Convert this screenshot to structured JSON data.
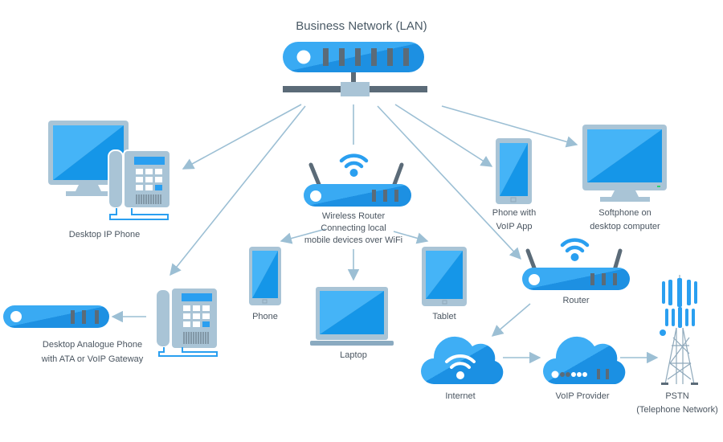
{
  "title": "Business Network (LAN)",
  "colors": {
    "device_blue": "#2a9ff0",
    "device_blue_dark": "#1b8de0",
    "screen_light": "#45b4f7",
    "screen_dark": "#1596e8",
    "frame_gray": "#a9c4d6",
    "slot_gray": "#5b6b78",
    "arrow": "#9cbfd4",
    "text": "#4a5560"
  },
  "nodes": {
    "lan_switch": {
      "label": "Business Network (LAN)",
      "icon": "network-switch-icon"
    },
    "desktop_ip_phone": {
      "label": "Desktop IP Phone",
      "icon": "desktop-ip-phone-icon"
    },
    "wireless_router": {
      "label_lines": [
        "Wireless Router",
        "Connecting local",
        "mobile devices over WiFi"
      ],
      "icon": "wireless-router-icon"
    },
    "phone_voip_app": {
      "label_lines": [
        "Phone with",
        "VoIP App"
      ],
      "icon": "smartphone-icon"
    },
    "softphone_desktop": {
      "label_lines": [
        "Softphone on",
        "desktop computer"
      ],
      "icon": "desktop-monitor-icon"
    },
    "phone": {
      "label": "Phone",
      "icon": "smartphone-icon"
    },
    "laptop": {
      "label": "Laptop",
      "icon": "laptop-icon"
    },
    "tablet": {
      "label": "Tablet",
      "icon": "tablet-icon"
    },
    "router": {
      "label": "Router",
      "icon": "router-icon"
    },
    "analogue_phone": {
      "label_lines": [
        "Desktop Analogue Phone",
        "with ATA or VoIP Gateway"
      ],
      "icon": "analogue-phone-icon"
    },
    "ata_gateway": {
      "label": "",
      "icon": "ata-gateway-icon"
    },
    "internet": {
      "label": "Internet",
      "icon": "internet-cloud-icon"
    },
    "voip_provider": {
      "label": "VoIP Provider",
      "icon": "voip-provider-cloud-icon"
    },
    "pstn": {
      "label_lines": [
        "PSTN",
        "(Telephone Network)"
      ],
      "icon": "cell-tower-icon"
    }
  },
  "edges": [
    {
      "from": "lan_switch",
      "to": "desktop_ip_phone"
    },
    {
      "from": "lan_switch",
      "to": "analogue_phone"
    },
    {
      "from": "lan_switch",
      "to": "wireless_router"
    },
    {
      "from": "lan_switch",
      "to": "phone_voip_app"
    },
    {
      "from": "lan_switch",
      "to": "softphone_desktop"
    },
    {
      "from": "lan_switch",
      "to": "router"
    },
    {
      "from": "wireless_router",
      "to": "phone"
    },
    {
      "from": "wireless_router",
      "to": "laptop"
    },
    {
      "from": "wireless_router",
      "to": "tablet"
    },
    {
      "from": "analogue_phone",
      "to": "ata_gateway"
    },
    {
      "from": "router",
      "to": "internet"
    },
    {
      "from": "internet",
      "to": "voip_provider"
    },
    {
      "from": "voip_provider",
      "to": "pstn"
    }
  ]
}
